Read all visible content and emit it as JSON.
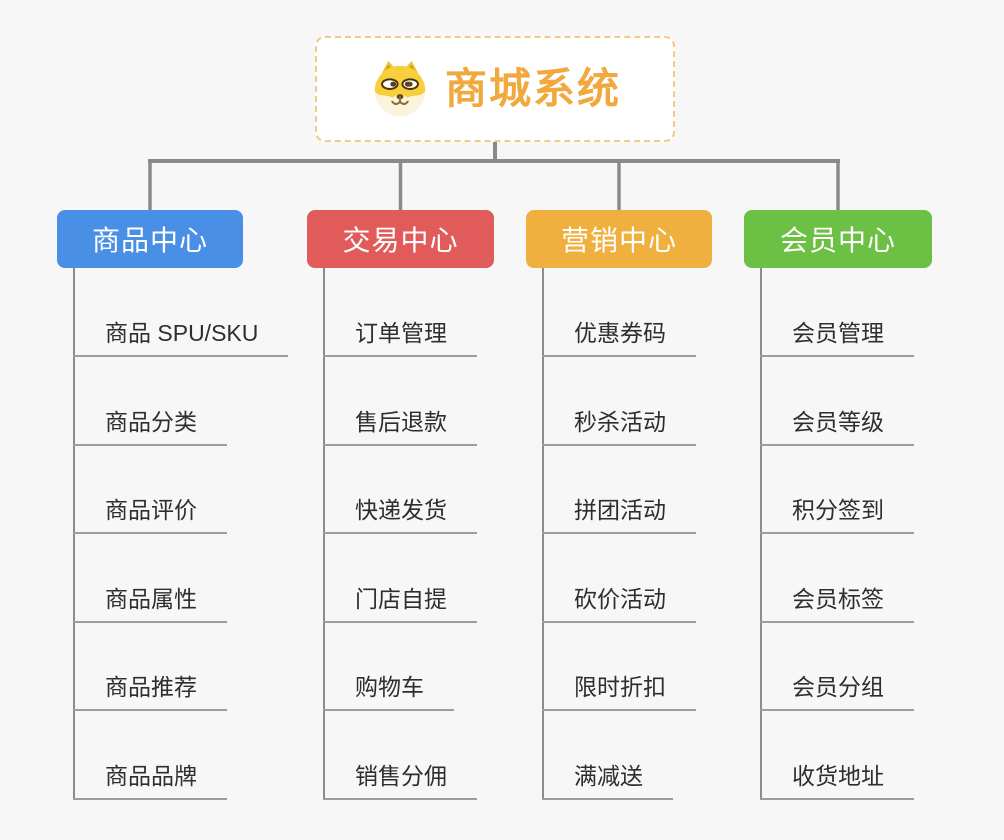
{
  "root": {
    "title": "商城系统",
    "icon": "dog-face-icon",
    "title_color": "#f1a83d",
    "border_color": "#f3c983"
  },
  "connector_color": "#8a8a8a",
  "branches": [
    {
      "id": "product-center",
      "label": "商品中心",
      "color": "#4a8fe6",
      "items": [
        "商品 SPU/SKU",
        "商品分类",
        "商品评价",
        "商品属性",
        "商品推荐",
        "商品品牌"
      ]
    },
    {
      "id": "trade-center",
      "label": "交易中心",
      "color": "#e25b5b",
      "items": [
        "订单管理",
        "售后退款",
        "快递发货",
        "门店自提",
        "购物车",
        "销售分佣"
      ]
    },
    {
      "id": "marketing-center",
      "label": "营销中心",
      "color": "#efb03f",
      "items": [
        "优惠券码",
        "秒杀活动",
        "拼团活动",
        "砍价活动",
        "限时折扣",
        "满减送"
      ]
    },
    {
      "id": "member-center",
      "label": "会员中心",
      "color": "#6cc044",
      "items": [
        "会员管理",
        "会员等级",
        "积分签到",
        "会员标签",
        "会员分组",
        "收货地址"
      ]
    }
  ]
}
